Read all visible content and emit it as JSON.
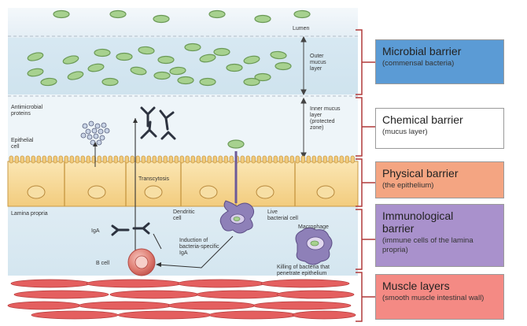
{
  "diagram": {
    "labels": {
      "lumen": "Lumen",
      "outer_mucus": "Outer mucus layer",
      "inner_mucus": "Inner mucus layer (protected zone)",
      "antimicrobial": "Antimicrobial proteins",
      "epithelial_cell": "Epithelial cell",
      "transcytosis": "Transcytosis",
      "lamina_propria": "Lamina propria",
      "dendritic_cell": "Dendritic cell",
      "live_bacterial": "Live bacterial cell",
      "macrophage": "Macrophage",
      "iga": "IgA",
      "induction": "Induction of bacteria-specific IgA",
      "b_cell": "B cell",
      "killing": "Killing of bacteria that penetrate epithelium"
    }
  },
  "barriers": [
    {
      "title": "Microbial barrier",
      "subtitle": "(commensal bacteria)",
      "fill": "#5b9bd5"
    },
    {
      "title": "Chemical barrier",
      "subtitle": "(mucus layer)",
      "fill": "#ffffff"
    },
    {
      "title": "Physical barrier",
      "subtitle": "(the epithelium)",
      "fill": "#f4a582"
    },
    {
      "title": "Immunological barrier",
      "subtitle": "(immune cells of the lamina propria)",
      "fill": "#a991cc"
    },
    {
      "title": "Muscle layers",
      "subtitle": "(smooth muscle intestinal wall)",
      "fill": "#f48a84"
    }
  ],
  "colors": {
    "bracket": "#b03a3a",
    "bacteria": "#8cc27a",
    "epithelium": "#f5d48e",
    "muscle": "#e06464"
  }
}
